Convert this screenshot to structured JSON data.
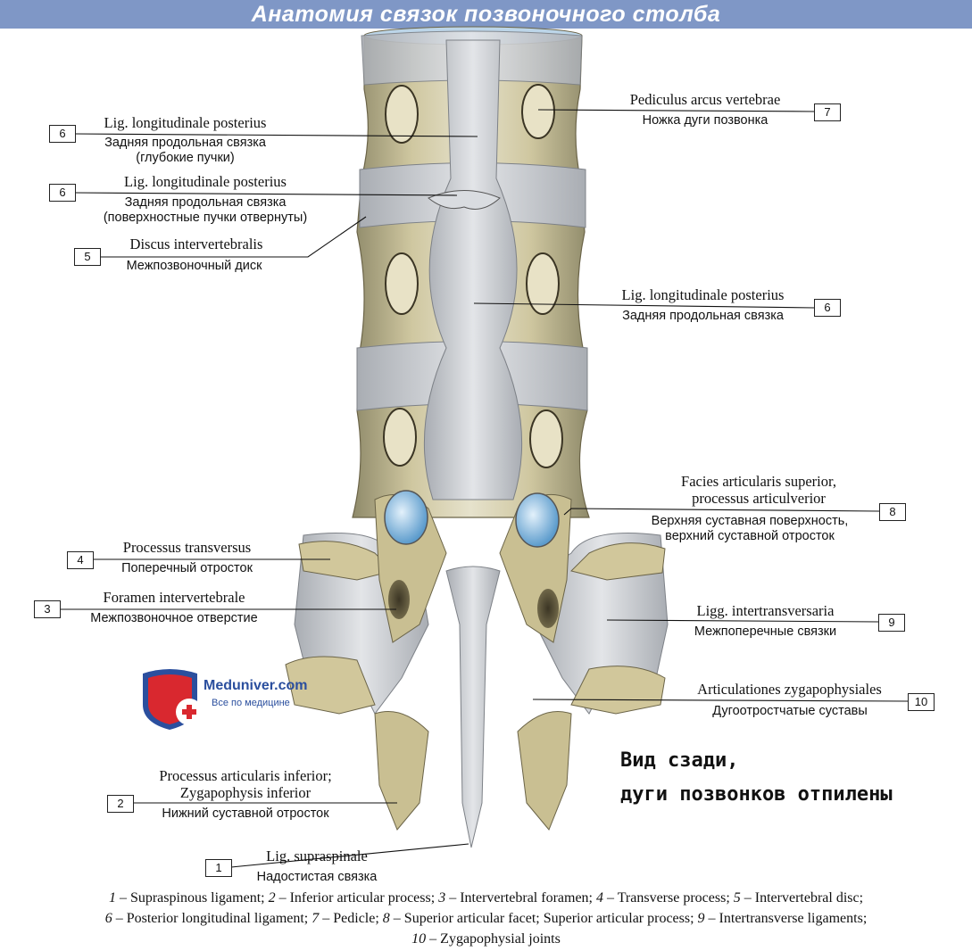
{
  "title": "Анатомия связок позвоночного столба",
  "labels": {
    "lbl6a": {
      "num": "6",
      "latin": "Lig. longitudinale posterius",
      "russian": [
        "Задняя продольная связка",
        "(глубокие пучки)"
      ]
    },
    "lbl6b": {
      "num": "6",
      "latin": "Lig. longitudinale posterius",
      "russian": [
        "Задняя продольная связка",
        "(поверхностные пучки отвернуты)"
      ]
    },
    "lbl5": {
      "num": "5",
      "latin": "Discus intervertebralis",
      "russian": [
        "Межпозвоночный диск"
      ]
    },
    "lbl7": {
      "num": "7",
      "latin": "Pediculus arcus vertebrae",
      "russian": [
        "Ножка дуги позвонка"
      ]
    },
    "lbl6c": {
      "num": "6",
      "latin": "Lig. longitudinale posterius",
      "russian": [
        "Задняя продольная связка"
      ]
    },
    "lbl8": {
      "num": "8",
      "latin": [
        "Facies articularis superior,",
        "processus articulverior"
      ],
      "russian": [
        "Верхняя суставная поверхность,",
        "верхний суставной отросток"
      ]
    },
    "lbl4": {
      "num": "4",
      "latin": "Processus transversus",
      "russian": [
        "Поперечный отросток"
      ]
    },
    "lbl3": {
      "num": "3",
      "latin": "Foramen intervertebrale",
      "russian": [
        "Межпозвоночное отверстие"
      ]
    },
    "lbl9": {
      "num": "9",
      "latin": "Ligg. intertransversaria",
      "russian": [
        "Межпоперечные связки"
      ]
    },
    "lbl10": {
      "num": "10",
      "latin": "Articulationes zygapophysiales",
      "russian": [
        "Дугоотростчатые суставы"
      ]
    },
    "lbl2": {
      "num": "2",
      "latin": [
        "Processus articularis inferior;",
        "Zygapophysis inferior"
      ],
      "russian": [
        "Нижний суставной отросток"
      ]
    },
    "lbl1": {
      "num": "1",
      "latin": "Lig. supraspinale",
      "russian": [
        "Надостистая связка"
      ]
    }
  },
  "logo": {
    "name": "Meduniver.com",
    "tagline": "Все по медицине"
  },
  "view_caption": [
    "Вид сзади,",
    "дуги позвонков отпилены"
  ],
  "legend": {
    "line1": [
      {
        "n": "1",
        "t": "Supraspinous ligament;"
      },
      {
        "n": "2",
        "t": "Inferior articular process;"
      },
      {
        "n": "3",
        "t": "Intervertebral foramen;"
      },
      {
        "n": "4",
        "t": "Transverse process;"
      },
      {
        "n": "5",
        "t": "Intervertebral disc;"
      }
    ],
    "line2": [
      {
        "n": "6",
        "t": "Posterior longitudinal ligament;"
      },
      {
        "n": "7",
        "t": "Pedicle;"
      },
      {
        "n": "8",
        "t": "Superior articular facet; Superior articular process;"
      },
      {
        "n": "9",
        "t": "Intertransverse ligaments;"
      }
    ],
    "line3": [
      {
        "n": "10",
        "t": "Zygapophysial joints"
      }
    ]
  },
  "colors": {
    "title_bar": "#7f97c6",
    "bone": "#b8ad84",
    "ligament": "#c9cdd3",
    "facet": "#7fb4d8",
    "logo_red": "#d9282f",
    "logo_blue": "#2b4f9e"
  }
}
